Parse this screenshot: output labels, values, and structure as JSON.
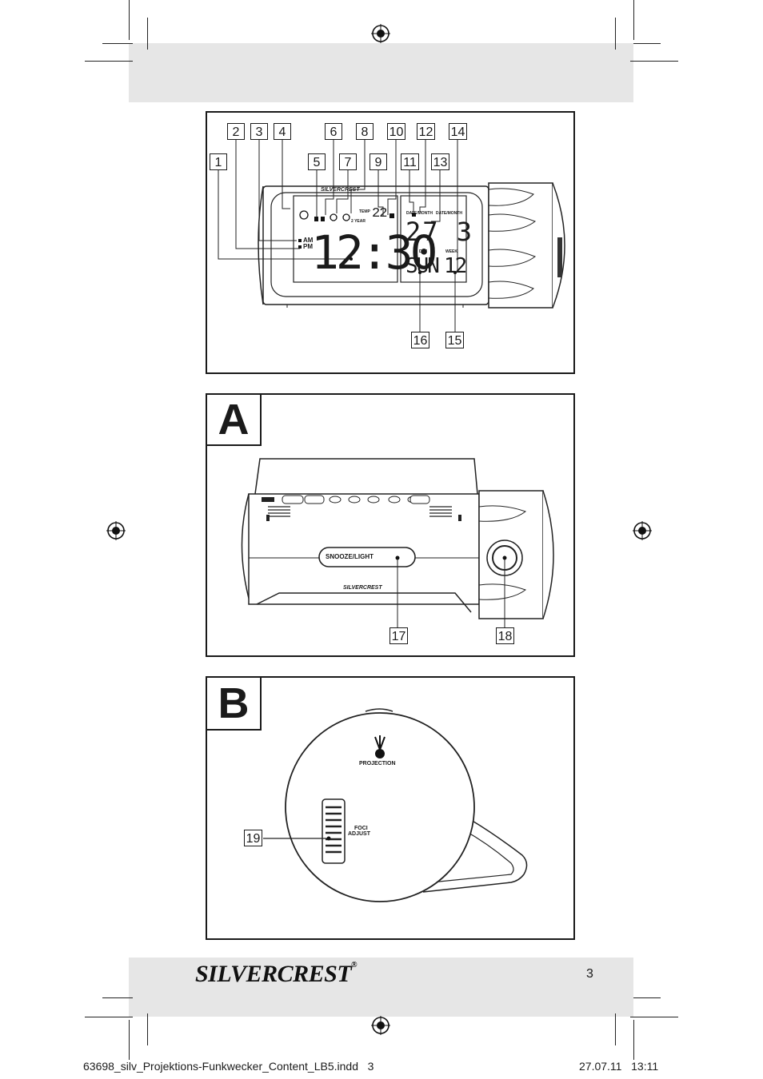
{
  "figure_main": {
    "callouts": [
      "1",
      "2",
      "3",
      "4",
      "5",
      "6",
      "7",
      "8",
      "9",
      "10",
      "11",
      "12",
      "13",
      "14",
      "15",
      "16"
    ],
    "brand_small": "SILVERCREST",
    "lcd": {
      "time": "12:30",
      "am": "AM",
      "pm": "PM",
      "temp_label": "TEMP",
      "temp_value": "22",
      "year_label": "2 YEAR",
      "date_label_1": "DATE/MONTH",
      "date_label_2": "DATE/MONTH",
      "date_value": "27 3",
      "day_label": "DAY",
      "week_label": "WEEK",
      "day_value": "SUN",
      "week_value": "12"
    }
  },
  "figure_a": {
    "tab": "A",
    "snooze_label": "SNOOZE/LIGHT",
    "brand_small": "SILVERCREST",
    "callouts": [
      "17",
      "18"
    ]
  },
  "figure_b": {
    "tab": "B",
    "projection_label": "PROJECTION",
    "foci_label": "FOCI",
    "adjust_label": "ADJUST",
    "callouts": [
      "19"
    ]
  },
  "footer": {
    "brand": "SILVERCREST",
    "registered": "®",
    "page_number": "3"
  },
  "slug": {
    "file": "63698_silv_Projektions-Funkwecker_Content_LB5.indd   3",
    "date_time": "27.07.11   13:11"
  }
}
